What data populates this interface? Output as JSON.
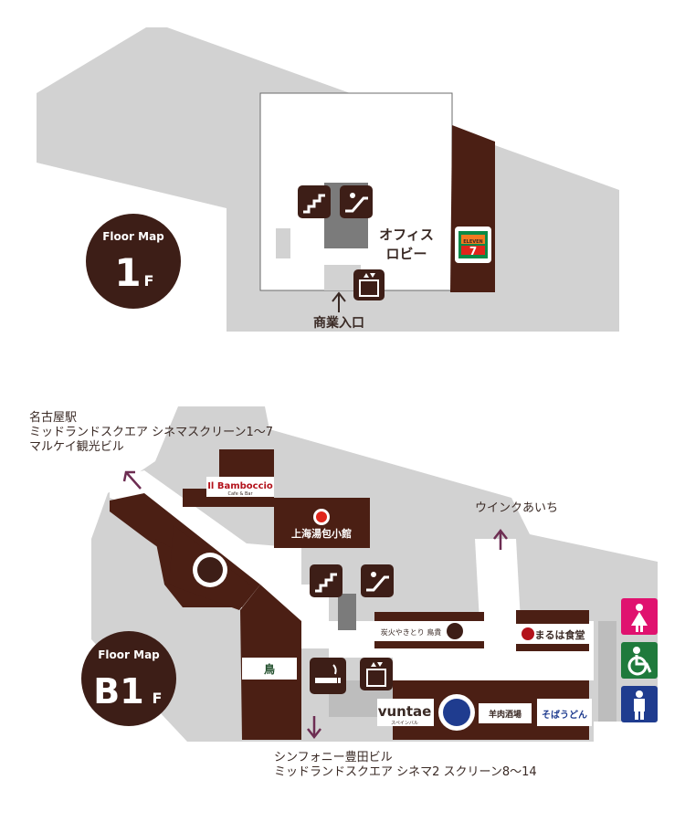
{
  "colors": {
    "background": "#ffffff",
    "floor_gray": "#d2d2d2",
    "corridor_white": "#ffffff",
    "shop_brown": "#4b1f14",
    "badge_brown": "#3d1e17",
    "stair_gray": "#7b7b7b",
    "arrow_purple": "#6d2d52",
    "restroom_female": "#e0126f",
    "restroom_accessible": "#1f7a3c",
    "restroom_male": "#1f3c8f",
    "seven_eleven_green": "#0b8a47",
    "seven_eleven_orange": "#f47920",
    "seven_eleven_red": "#e0251b"
  },
  "floor_1f": {
    "badge_caption": "Floor Map",
    "badge_floor": "1",
    "badge_suffix": "F",
    "office_lobby_line1": "オフィス",
    "office_lobby_line2": "ロビー",
    "entrance_label": "商業入口",
    "store_logo_text": "ELEVEN",
    "icons": [
      "stairs-icon",
      "escalator-icon",
      "elevator-icon",
      "seven-eleven-logo"
    ]
  },
  "floor_b1f": {
    "badge_caption": "Floor Map",
    "badge_floor": "B1",
    "badge_suffix": "F",
    "direction_northwest": {
      "lines": [
        "名古屋駅",
        "ミッドランドスクエア シネマスクリーン1〜7",
        "マルケイ観光ビル"
      ]
    },
    "direction_east": "ウインクあいち",
    "direction_south": {
      "lines": [
        "シンフォニー豊田ビル",
        "ミッドランドスクエア シネマ2 スクリーン8〜14"
      ]
    },
    "shops": {
      "bamboccio_name": "Il Bamboccio",
      "bamboccio_sub": "Cafe & Bar",
      "shanghai_name": "上海湯包小館",
      "stall_logo": "炭火やきとり 鳥貴",
      "shokudo_name": "まるは食堂",
      "vuntae_name": "vuntae",
      "vuntae_sub": "スペインバル",
      "yakiniku_name": "羊肉酒場",
      "soba_name": "そばうどん"
    },
    "icons": [
      "stairs-icon",
      "escalator-icon",
      "smoking-area-icon",
      "elevator-icon",
      "restroom-female-icon",
      "restroom-accessible-icon",
      "restroom-male-icon"
    ]
  }
}
